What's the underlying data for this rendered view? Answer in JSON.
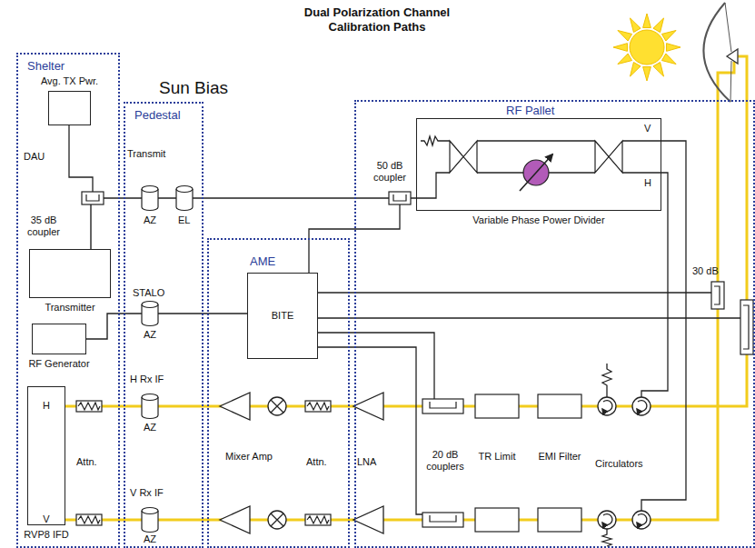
{
  "diagram": {
    "title": "Dual Polarization Channel Calibration Paths",
    "nodes": [
      {
        "text": [
          "Shelter"
        ]
      },
      {
        "text": [
          "Avg. TX Pwr."
        ],
        "in": 0
      },
      {
        "text": [
          "Transmitter"
        ],
        "in": 0
      },
      {
        "text": [
          "RF Generator"
        ],
        "in": 0
      },
      {
        "text": [
          "H",
          "V",
          "RVP8 IFD"
        ],
        "in": 0
      },
      {
        "text": [
          "Pedestal"
        ]
      },
      {
        "text": [
          "AME"
        ]
      },
      {
        "text": [
          "BITE"
        ],
        "in": 6
      },
      {
        "text": [
          "RF Pallet"
        ]
      },
      {
        "text": [
          "V",
          "H",
          "Variable Phase Power Divider"
        ],
        "in": 8
      }
    ],
    "edges": [
      {
        "from": 2,
        "to": 9,
        "arrow": "none"
      },
      {
        "from": 3,
        "to": 7,
        "arrow": "none"
      }
    ],
    "labels": [
      "Sun Bias",
      "DAU",
      "35 dB coupler",
      "Attn.",
      "Transmit",
      "AZ",
      "EL",
      "STALO",
      "AZ",
      "H Rx IF",
      "AZ",
      "V Rx IF",
      "AZ",
      "Mixer Amp",
      "Attn.",
      "LNA",
      "50 dB coupler",
      "30 dB",
      "20 dB couplers",
      "TR Limit",
      "EMI Filter",
      "Circulators"
    ]
  }
}
